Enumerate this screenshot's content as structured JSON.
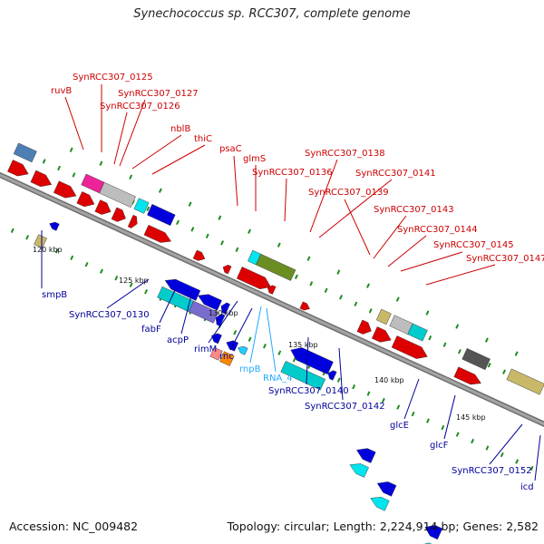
{
  "title": "Synechococcus sp. RCC307, complete genome",
  "footer": {
    "accession": "Accession: NC_009482",
    "topology": "Topology: circular; Length: 2,224,914 bp; Genes: 2,582"
  },
  "colors": {
    "forward_label": "#cc0000",
    "reverse_label": "#00009a",
    "rna_label": "#22aaff",
    "backbone": "#8a8a8a",
    "tick_mark": "#1e8c1e"
  },
  "ticks": [
    "120 kbp",
    "125 kbp",
    "130 kbp",
    "135 kbp",
    "140 kbp",
    "145 kbp"
  ],
  "forward_genes": [
    "SynRCC307_0125",
    "ruvB",
    "SynRCC307_0127",
    "SynRCC307_0126",
    "nblB",
    "thiC",
    "psaC",
    "glmS",
    "SynRCC307_0136",
    "SynRCC307_0138",
    "SynRCC307_0141",
    "SynRCC307_0139",
    "SynRCC307_0143",
    "SynRCC307_0144",
    "SynRCC307_0145",
    "SynRCC307_0147"
  ],
  "reverse_genes": [
    "smpB",
    "SynRCC307_0130",
    "fabF",
    "acpP",
    "rimM",
    "rnc",
    "SynRCC307_0140",
    "SynRCC307_0142",
    "glcE",
    "glcF",
    "SynRCC307_0152",
    "icd"
  ],
  "rna_genes": [
    "rnpB",
    "RNA_4"
  ]
}
